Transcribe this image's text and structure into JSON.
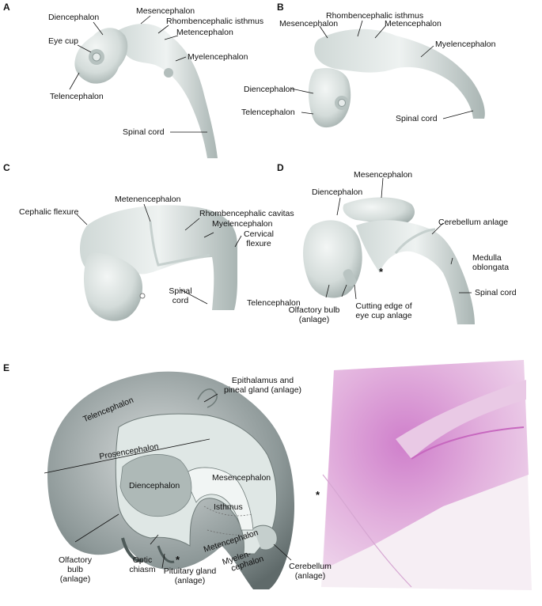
{
  "panels": {
    "A": {
      "letter": "A",
      "labels": {
        "diencephalon": "Diencephalon",
        "mesencephalon": "Mesencephalon",
        "rhomb_isthmus": "Rhombencephalic isthmus",
        "metencephalon": "Metencephalon",
        "eye_cup": "Eye cup",
        "myelencephalon": "Myelencephalon",
        "telencephalon": "Telencephalon",
        "spinal_cord": "Spinal cord"
      }
    },
    "B": {
      "letter": "B",
      "labels": {
        "rhomb_isthmus": "Rhombencephalic isthmus",
        "mesencephalon": "Mesencephalon",
        "metencephalon": "Metencephalon",
        "myelencephalon": "Myelencephalon",
        "diencephalon": "Diencephalon",
        "telencephalon": "Telencephalon",
        "spinal_cord": "Spinal cord"
      }
    },
    "C": {
      "letter": "C",
      "labels": {
        "metenencephalon": "Metenencephalon",
        "cephalic_flexure": "Cephalic flexure",
        "rhomb_cavitas": "Rhombencephalic cavitas",
        "myelencephalon": "Myelencephalon",
        "cervical_flexure_1": "Cervical",
        "cervical_flexure_2": "flexure",
        "spinal_cord_1": "Spinal",
        "spinal_cord_2": "cord"
      }
    },
    "D": {
      "letter": "D",
      "labels": {
        "mesencephalon": "Mesencephalon",
        "diencephalon": "Diencephalon",
        "cerebellum_anlage": "Cerebellum anlage",
        "medulla_1": "Medulla",
        "medulla_2": "oblongata",
        "telencephalon": "Telencephalon",
        "spinal_cord": "Spinal cord",
        "olfactory_1": "Olfactory bulb",
        "olfactory_2": "(anlage)",
        "cutting_1": "Cutting edge of",
        "cutting_2": "eye cup anlage",
        "asterisk": "*"
      }
    },
    "E": {
      "letter": "E",
      "labels": {
        "epithalamus_1": "Epithalamus and",
        "epithalamus_2": "pineal gland (anlage)",
        "telencephalon": "Telencephalon",
        "prosencephalon": "Prosencephalon",
        "diencephalon": "Diencephalon",
        "mesencephalon": "Mesencephalon",
        "isthmus": "Isthmus",
        "metencephalon": "Metencephalon",
        "myelen_1": "Myelen-",
        "myelen_2": "cephalon",
        "olfactory_1": "Olfactory",
        "olfactory_2": "bulb",
        "olfactory_3": "(anlage)",
        "optic_1": "Optic",
        "optic_2": "chiasm",
        "pituitary_1": "Pituitary gland",
        "pituitary_2": "(anlage)",
        "cerebellum_1": "Cerebellum",
        "cerebellum_2": "(anlage)",
        "asterisk": "*",
        "histo_asterisk": "*"
      }
    }
  },
  "colors": {
    "tissue_light": "#e6ebea",
    "tissue_mid": "#c9d2d0",
    "tissue_dark": "#8f9c9a",
    "cavity": "#d9e6e4",
    "histology_bg": "#e9c6e3",
    "histology_dense": "#c973c4"
  }
}
